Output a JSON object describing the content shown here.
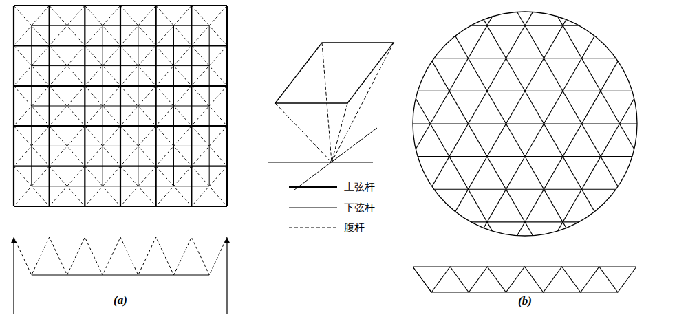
{
  "diagram": {
    "labels": [
      "(a)",
      "(b)"
    ],
    "legend": [
      {
        "text": "上弦杆"
      },
      {
        "text": "下弦杆"
      },
      {
        "text": "腹杆"
      }
    ]
  }
}
